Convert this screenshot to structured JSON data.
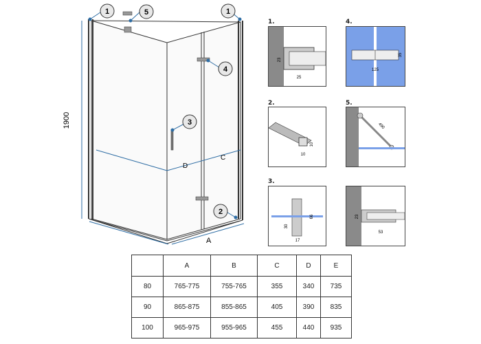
{
  "main": {
    "height_label": "1900",
    "width_label_a": "A",
    "width_label_c": "C",
    "width_label_d": "D",
    "callouts": [
      "1",
      "5",
      "1",
      "4",
      "3",
      "2"
    ]
  },
  "details": [
    {
      "id": "1.",
      "dims": [
        "23",
        "25"
      ]
    },
    {
      "id": "2.",
      "dims": [
        "10",
        "10"
      ]
    },
    {
      "id": "3.",
      "dims": [
        "66",
        "30",
        "17"
      ]
    },
    {
      "id": "4.",
      "dims": [
        "35",
        "125"
      ]
    },
    {
      "id": "5.",
      "dims": [
        "490"
      ]
    },
    {
      "id": "",
      "dims": [
        "23",
        "53"
      ]
    }
  ],
  "table": {
    "headers": [
      "",
      "A",
      "B",
      "C",
      "D",
      "E"
    ],
    "rows": [
      [
        "80",
        "765-775",
        "755-765",
        "355",
        "340",
        "735"
      ],
      [
        "90",
        "865-875",
        "855-865",
        "405",
        "390",
        "835"
      ],
      [
        "100",
        "965-975",
        "955-965",
        "455",
        "440",
        "935"
      ]
    ]
  },
  "colors": {
    "line": "#333333",
    "accent": "#2e6da4",
    "glass_blue": "#7aa0e8",
    "wall": "#8a8a8a"
  }
}
